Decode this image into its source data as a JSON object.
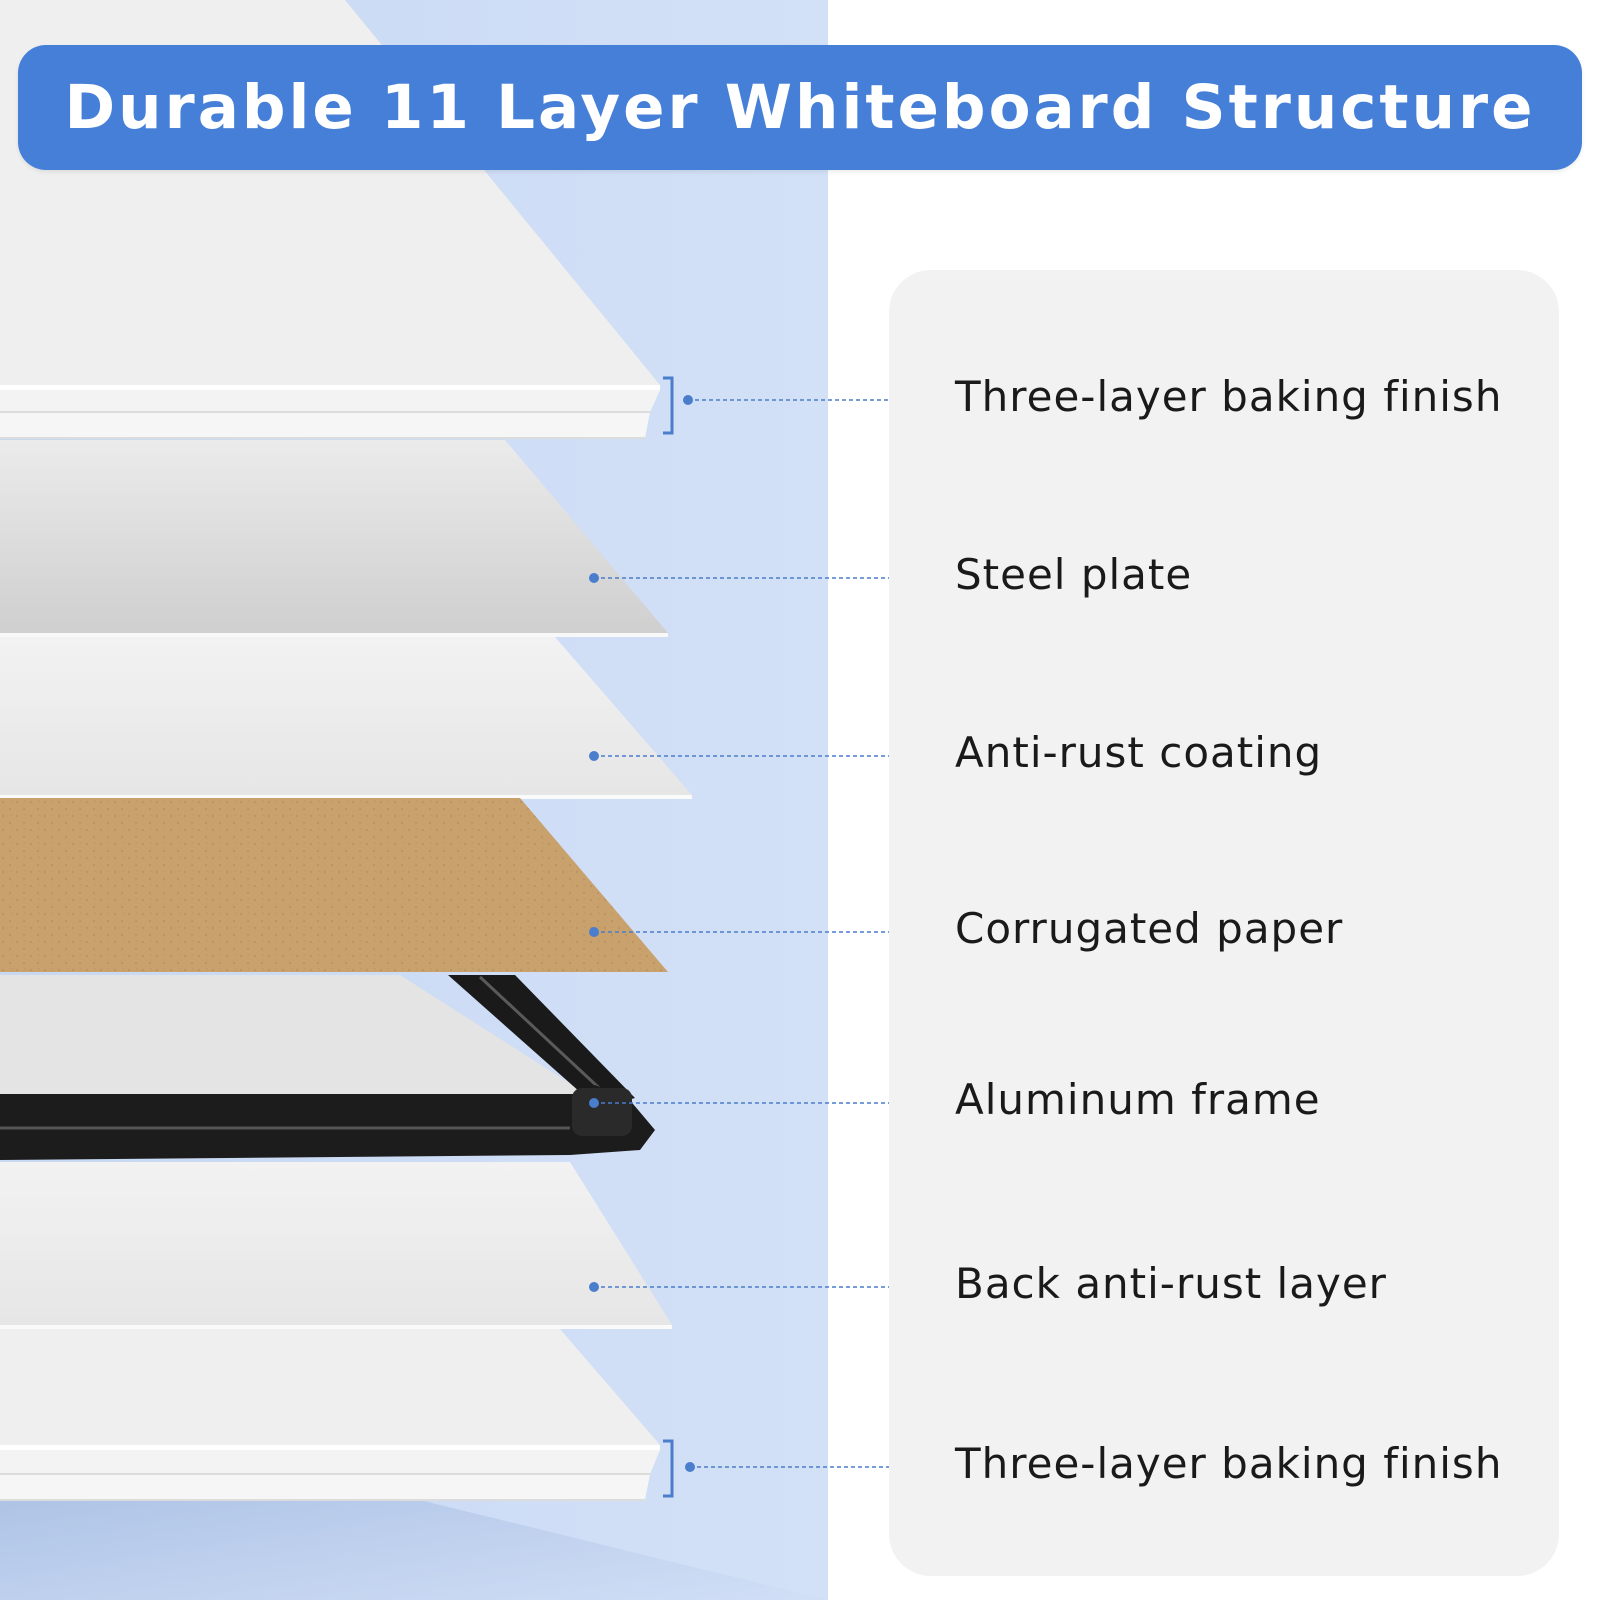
{
  "title": "Durable 11 Layer Whiteboard Structure",
  "colors": {
    "banner": "#467fd8",
    "pointer": "#4a7dcc",
    "stripe": "#cfdef6",
    "cork": "#c9a16c",
    "frame": "#1a1a1a",
    "panel": "#f2f2f2"
  },
  "layers": [
    {
      "label": "Three-layer baking finish"
    },
    {
      "label": "Steel plate"
    },
    {
      "label": "Anti-rust coating"
    },
    {
      "label": "Corrugated paper"
    },
    {
      "label": "Aluminum frame"
    },
    {
      "label": "Back anti-rust layer"
    },
    {
      "label": "Three-layer baking finish"
    }
  ]
}
